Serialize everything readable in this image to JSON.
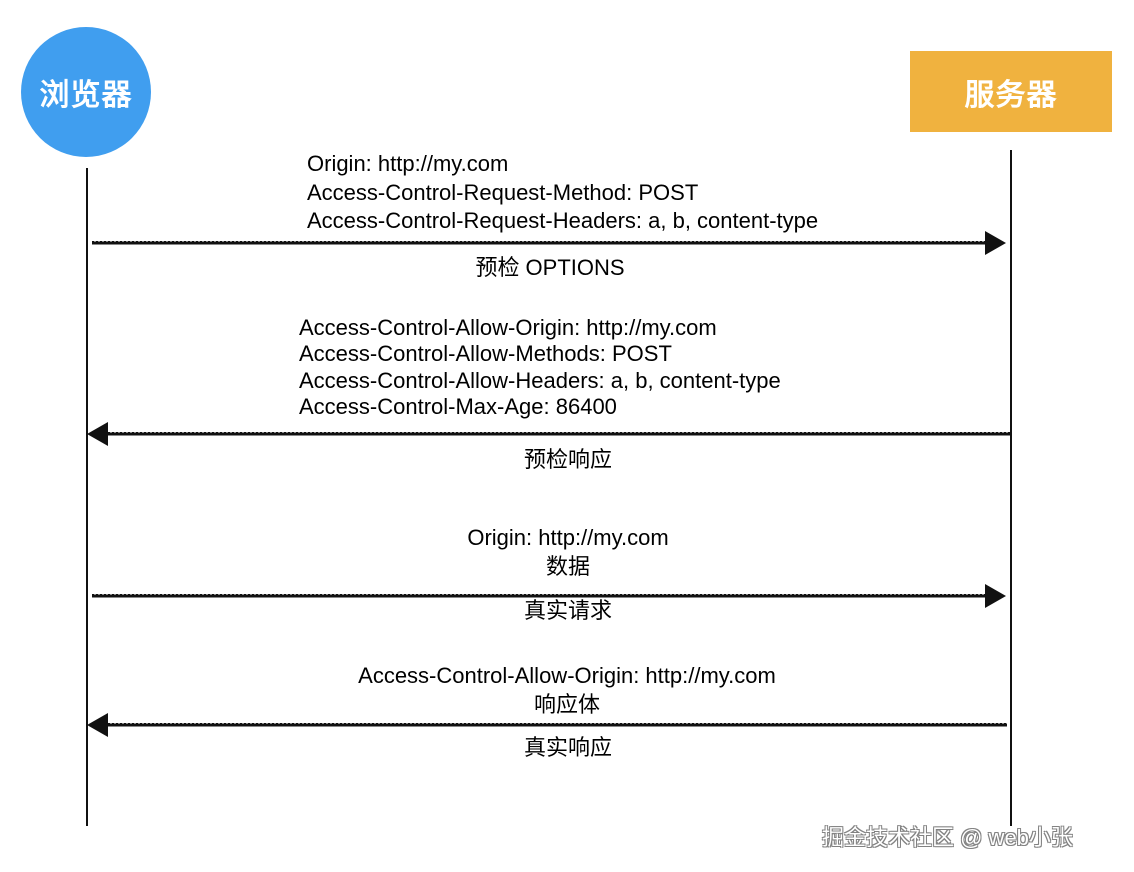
{
  "colors": {
    "browser": "#409eef",
    "server": "#f0b23f",
    "line": "#111111"
  },
  "actors": {
    "browser": "浏览器",
    "server": "服务器"
  },
  "messages": [
    {
      "direction": "right",
      "headers": [
        "Origin: http://my.com",
        "Access-Control-Request-Method: POST",
        "Access-Control-Request-Headers: a, b, content-type"
      ],
      "label": "预检 OPTIONS"
    },
    {
      "direction": "left",
      "headers": [
        "Access-Control-Allow-Origin: http://my.com",
        "Access-Control-Allow-Methods: POST",
        "Access-Control-Allow-Headers: a, b, content-type",
        "Access-Control-Max-Age: 86400"
      ],
      "label": "预检响应"
    },
    {
      "direction": "right",
      "headers": [
        "Origin: http://my.com",
        "数据"
      ],
      "label": "真实请求"
    },
    {
      "direction": "left",
      "headers": [
        "Access-Control-Allow-Origin: http://my.com",
        "响应体"
      ],
      "label": "真实响应"
    }
  ],
  "watermark": "掘金技术社区 @ web小张"
}
